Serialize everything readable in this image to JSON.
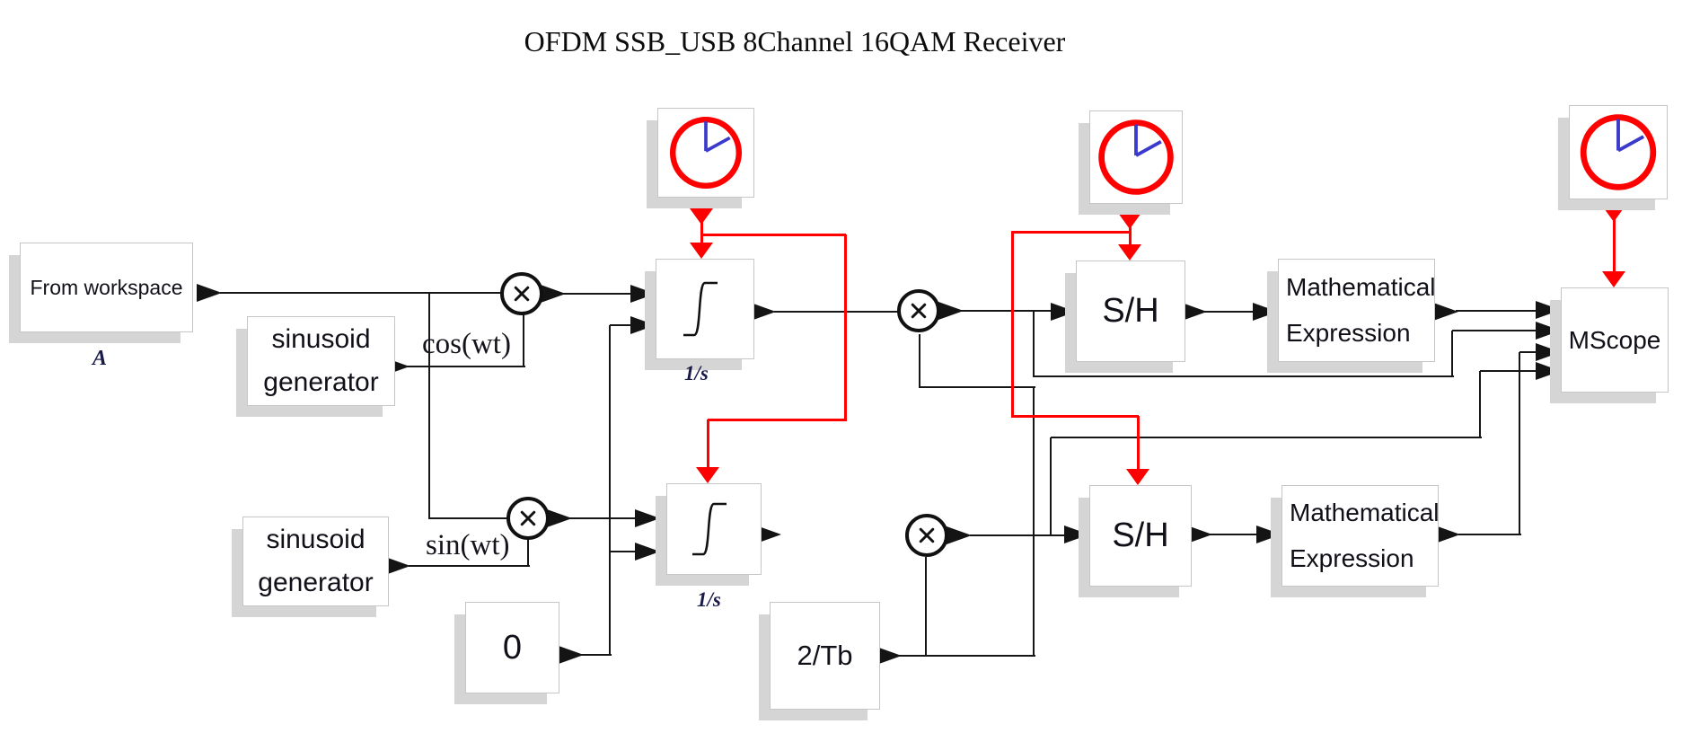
{
  "title": "OFDM SSB_USB 8Channel 16QAM Receiver",
  "blocks": {
    "from_workspace": {
      "label": "From workspace",
      "signal_tag": "A"
    },
    "sinusoid_generator_1": {
      "line1": "sinusoid",
      "line2": "generator"
    },
    "sinusoid_generator_2": {
      "line1": "sinusoid",
      "line2": "generator"
    },
    "constant_zero": {
      "label": "0"
    },
    "gain_2tb": {
      "label": "2/Tb"
    },
    "integrator_1": {
      "label": "1/s"
    },
    "integrator_2": {
      "label": "1/s"
    },
    "sample_hold_1": {
      "label": "S/H"
    },
    "sample_hold_2": {
      "label": "S/H"
    },
    "math_expression_1": {
      "line1": "Mathematical",
      "line2": "Expression"
    },
    "math_expression_2": {
      "line1": "Mathematical",
      "line2": "Expression"
    },
    "mscope": {
      "label": "MScope"
    }
  },
  "wire_labels": {
    "cos": "cos(wt)",
    "sin": "sin(wt)"
  },
  "icons": {
    "clock": "clock-face",
    "multiply": "✕",
    "integral": "integral-curve"
  },
  "colors": {
    "wire": "#161616",
    "event_wire": "#fe0000",
    "clock_circle": "#fe0000",
    "clock_hands": "#3a3acc",
    "block_border": "#c6c6c6",
    "block_shadow": "#d5d5d5",
    "text": "#101018"
  }
}
